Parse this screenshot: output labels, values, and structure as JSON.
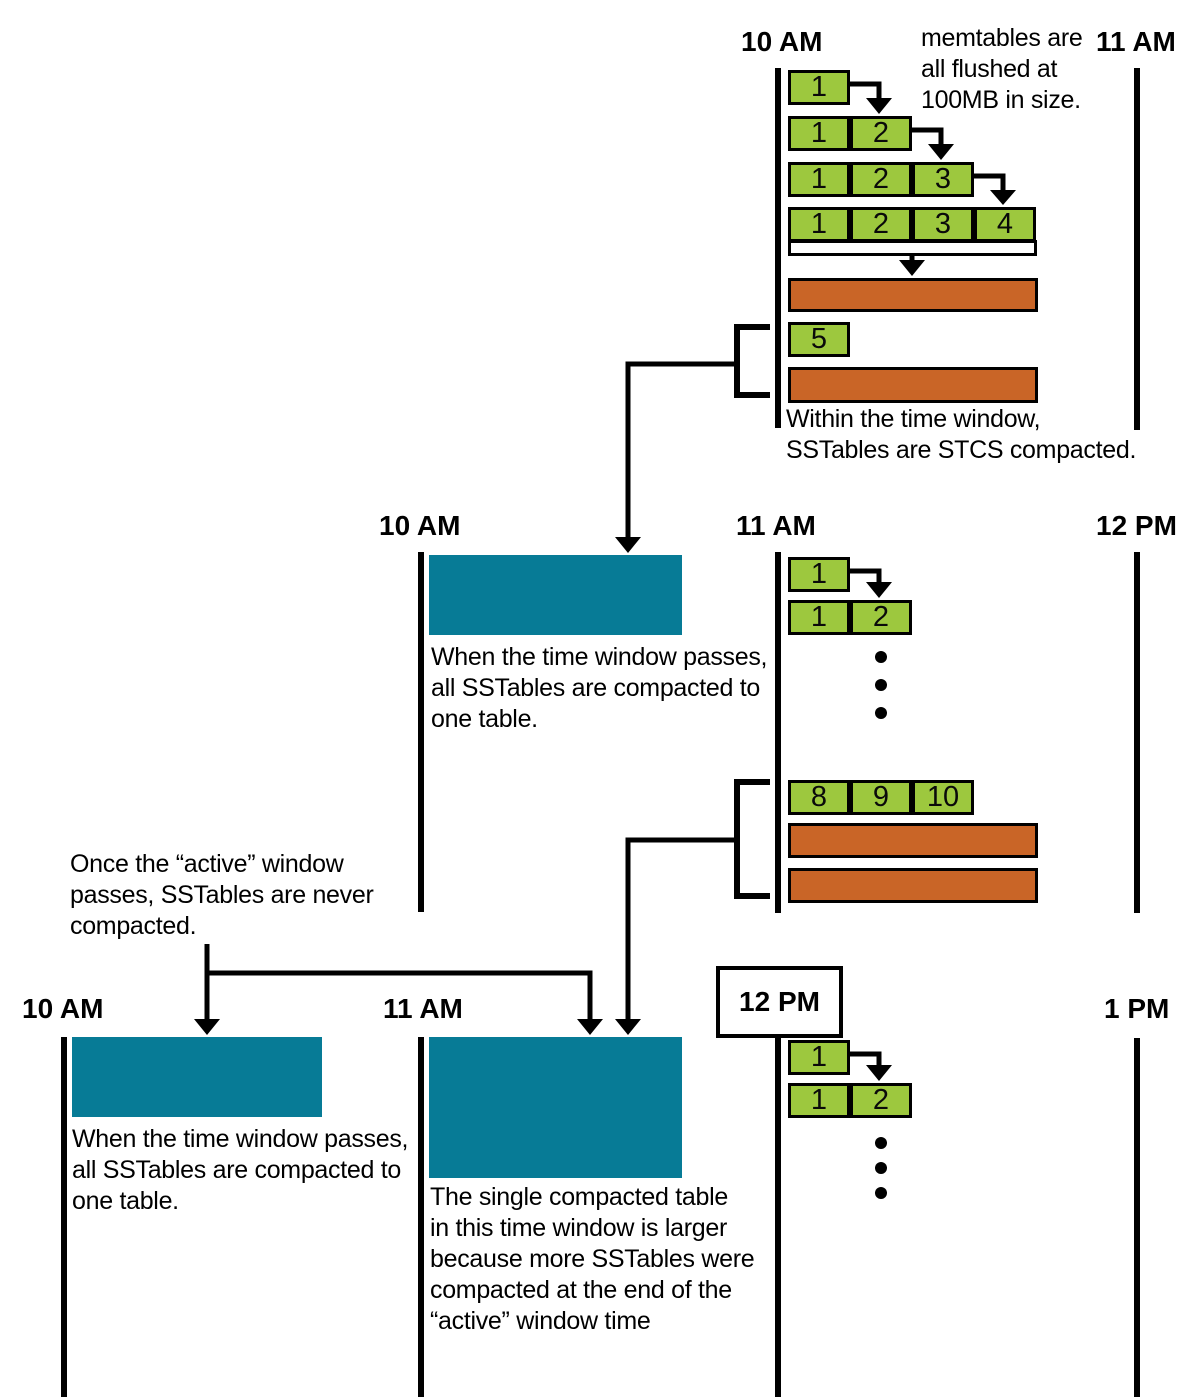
{
  "colors": {
    "sstable_green": "#9DC83E",
    "stcs_orange": "#C96527",
    "window_teal": "#077B96",
    "line_black": "#000000",
    "background": "#FFFFFF"
  },
  "top": {
    "time_left": "10 AM",
    "time_right": "11 AM",
    "note": "memtables are\nall flushed at\n100MB in size.",
    "rows": [
      [
        "1"
      ],
      [
        "1",
        "2"
      ],
      [
        "1",
        "2",
        "3"
      ],
      [
        "1",
        "2",
        "3",
        "4"
      ]
    ],
    "sstable_new": "5",
    "caption": "Within the time window,\nSSTables are STCS compacted."
  },
  "middle": {
    "time_left": "10 AM",
    "time_mid": "11 AM",
    "time_right": "12 PM",
    "caption": "When the time window passes,\nall SSTables are compacted to\none table.",
    "rows": [
      [
        "1"
      ],
      [
        "1",
        "2"
      ]
    ],
    "stcs_row": [
      "8",
      "9",
      "10"
    ]
  },
  "bottom": {
    "note": "Once the “active” window\npasses, SSTables are never\ncompacted.",
    "time_1": "10 AM",
    "time_2": "11 AM",
    "time_3": "12 PM",
    "time_4": "1 PM",
    "caption_left": "When the time window passes,\nall SSTables are compacted to\none table.",
    "caption_mid": "The single compacted table\nin this time window is larger\nbecause more SSTables were\ncompacted at the end of the\n“active” window time",
    "rows": [
      [
        "1"
      ],
      [
        "1",
        "2"
      ]
    ]
  }
}
